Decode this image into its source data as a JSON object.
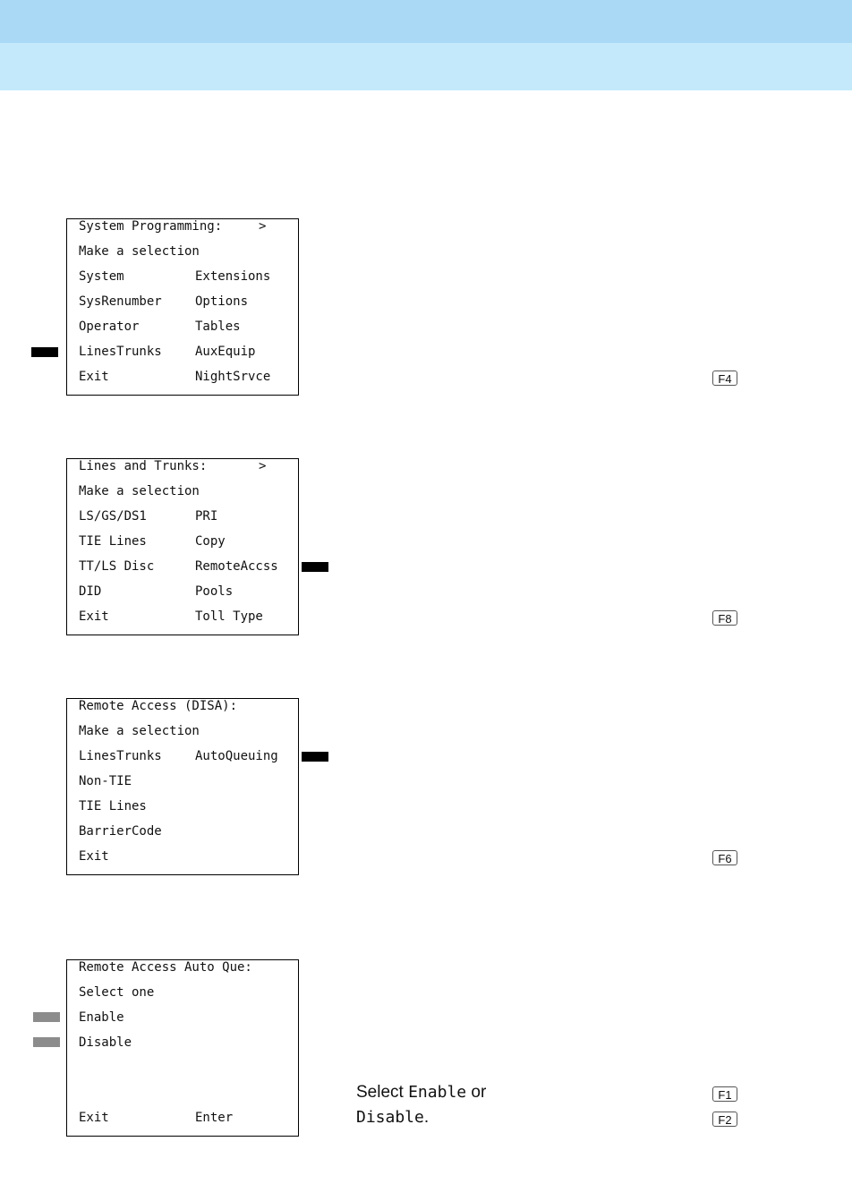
{
  "header": {
    "band_colors": [
      "#a9d9f5",
      "#c4e9fb"
    ]
  },
  "screens": [
    {
      "title": "System Programming:",
      "arrow": ">",
      "prompt": "Make a selection",
      "rows": [
        [
          "System",
          "Extensions"
        ],
        [
          "SysRenumber",
          "Options"
        ],
        [
          "Operator",
          "Tables"
        ],
        [
          "LinesTrunks",
          "AuxEquip"
        ],
        [
          "Exit",
          "NightSrvce"
        ]
      ],
      "fkey": "F4"
    },
    {
      "title": "Lines and Trunks:",
      "arrow": ">",
      "prompt": "Make a selection",
      "rows": [
        [
          "LS/GS/DS1",
          "PRI"
        ],
        [
          "TIE Lines",
          "Copy"
        ],
        [
          "TT/LS Disc",
          "RemoteAccss"
        ],
        [
          "DID",
          "Pools"
        ],
        [
          "Exit",
          "Toll Type"
        ]
      ],
      "fkey": "F8"
    },
    {
      "title": "Remote Access (DISA):",
      "prompt": "Make a selection",
      "rows": [
        [
          "LinesTrunks",
          "AutoQueuing"
        ],
        [
          "Non-TIE",
          ""
        ],
        [
          "TIE Lines",
          ""
        ],
        [
          "BarrierCode",
          ""
        ],
        [
          "Exit",
          ""
        ]
      ],
      "fkey": "F6"
    },
    {
      "title": "Remote Access Auto Que:",
      "prompt": "Select one",
      "rows": [
        [
          "Enable",
          ""
        ],
        [
          "Disable",
          ""
        ],
        [
          "",
          ""
        ],
        [
          "",
          ""
        ],
        [
          "Exit",
          "Enter"
        ]
      ],
      "fkeys": [
        "F1",
        "F2"
      ]
    }
  ],
  "instruction": {
    "line1_prefix": "Select ",
    "line1_opt": "Enable",
    "line1_suffix": " or",
    "line2_opt": "Disable",
    "line2_suffix": "."
  }
}
